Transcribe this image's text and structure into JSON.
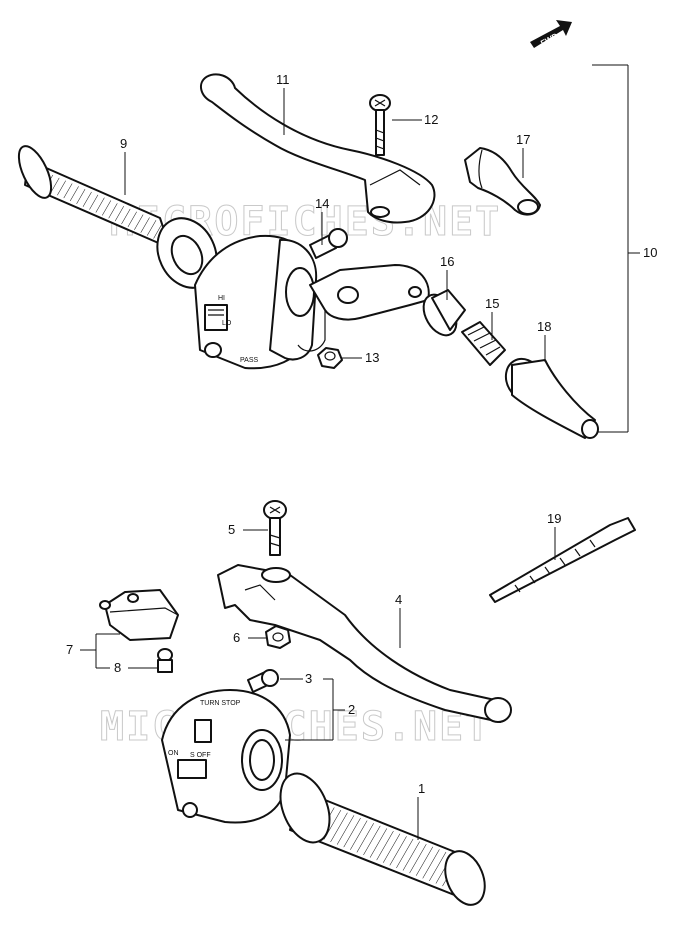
{
  "watermark_top": "MICROFICHES.NET",
  "watermark_bottom": "MICROFICHES.NET",
  "fwd_label": "FWD",
  "switch_upper": {
    "hi": "HI",
    "lo": "LO",
    "pass": "PASS"
  },
  "switch_lower": {
    "top": "TURN STOP",
    "mid": "S  OFF",
    "side": "ON"
  },
  "callouts": [
    {
      "id": "1"
    },
    {
      "id": "2"
    },
    {
      "id": "3"
    },
    {
      "id": "4"
    },
    {
      "id": "5"
    },
    {
      "id": "6"
    },
    {
      "id": "7"
    },
    {
      "id": "8"
    },
    {
      "id": "9"
    },
    {
      "id": "10"
    },
    {
      "id": "11"
    },
    {
      "id": "12"
    },
    {
      "id": "13"
    },
    {
      "id": "14"
    },
    {
      "id": "15"
    },
    {
      "id": "16"
    },
    {
      "id": "17"
    },
    {
      "id": "18"
    },
    {
      "id": "19"
    }
  ]
}
